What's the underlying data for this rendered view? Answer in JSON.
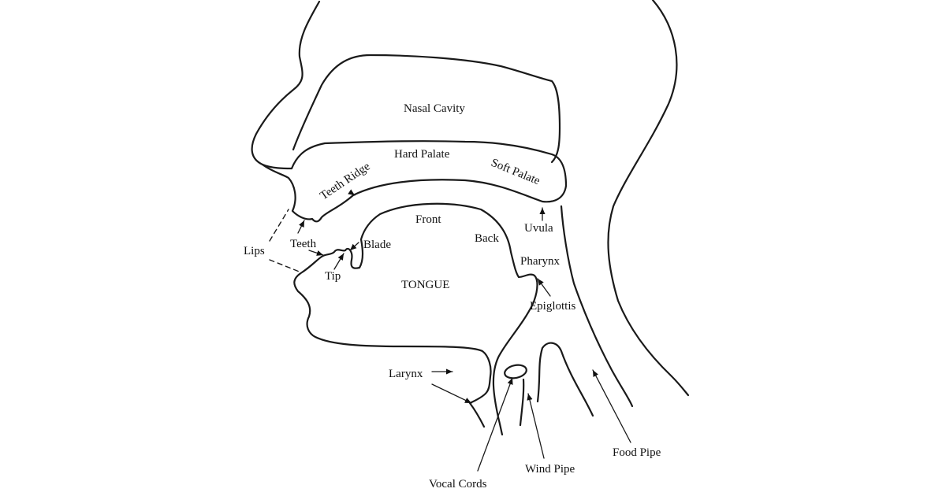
{
  "labels": {
    "nasal_cavity": "Nasal Cavity",
    "hard_palate": "Hard Palate",
    "teeth_ridge": "Teeth Ridge",
    "soft_palate": "Soft Palate",
    "uvula": "Uvula",
    "front": "Front",
    "back": "Back",
    "blade": "Blade",
    "teeth": "Teeth",
    "lips": "Lips",
    "tip": "Tip",
    "tongue": "TONGUE",
    "pharynx": "Pharynx",
    "epiglottis": "Epiglottis",
    "larynx": "Larynx",
    "vocal_cords": "Vocal Cords",
    "wind_pipe": "Wind Pipe",
    "food_pipe": "Food Pipe"
  }
}
